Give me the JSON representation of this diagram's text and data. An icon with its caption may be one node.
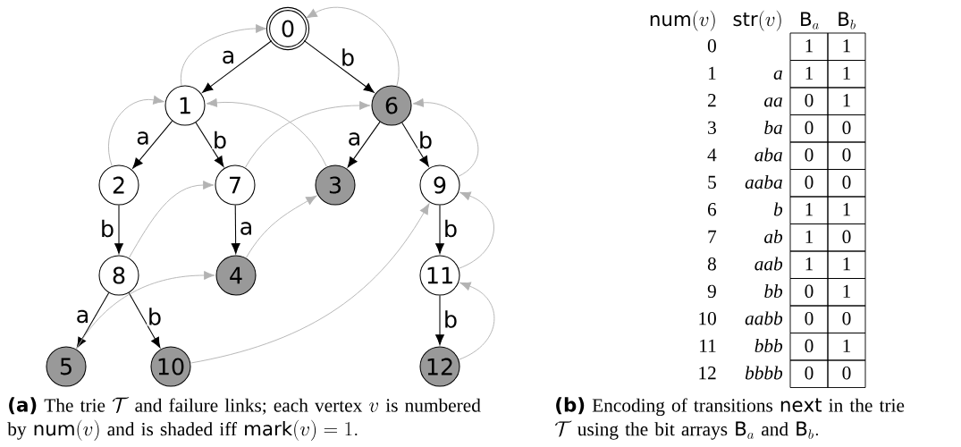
{
  "diagram": {
    "nodes": [
      {
        "text": [
          "0"
        ]
      },
      {
        "text": [
          "1"
        ]
      },
      {
        "text": [
          "6"
        ]
      },
      {
        "text": [
          "2"
        ]
      },
      {
        "text": [
          "7"
        ]
      },
      {
        "text": [
          "3"
        ]
      },
      {
        "text": [
          "9"
        ]
      },
      {
        "text": [
          "8"
        ]
      },
      {
        "text": [
          "4"
        ]
      },
      {
        "text": [
          "11"
        ]
      },
      {
        "text": [
          "5"
        ]
      },
      {
        "text": [
          "10"
        ]
      },
      {
        "text": [
          "12"
        ]
      }
    ],
    "edges": [
      {
        "from": 0,
        "to": 1,
        "arrow": "to",
        "label": "a"
      },
      {
        "from": 0,
        "to": 2,
        "arrow": "to",
        "label": "b"
      },
      {
        "from": 1,
        "to": 3,
        "arrow": "to",
        "label": "a"
      },
      {
        "from": 1,
        "to": 4,
        "arrow": "to",
        "label": "b"
      },
      {
        "from": 2,
        "to": 5,
        "arrow": "to",
        "label": "a"
      },
      {
        "from": 2,
        "to": 6,
        "arrow": "to",
        "label": "b"
      },
      {
        "from": 3,
        "to": 7,
        "arrow": "to",
        "label": "b"
      },
      {
        "from": 4,
        "to": 8,
        "arrow": "to",
        "label": "a"
      },
      {
        "from": 6,
        "to": 9,
        "arrow": "to",
        "label": "b"
      },
      {
        "from": 7,
        "to": 10,
        "arrow": "to",
        "label": "a"
      },
      {
        "from": 7,
        "to": 11,
        "arrow": "to",
        "label": "b"
      },
      {
        "from": 9,
        "to": 12,
        "arrow": "to",
        "label": "b"
      },
      {
        "from": 1,
        "to": 0,
        "arrow": "to",
        "color": "#b3b3b3"
      },
      {
        "from": 2,
        "to": 0,
        "arrow": "to",
        "color": "#b3b3b3"
      },
      {
        "from": 3,
        "to": 1,
        "arrow": "to",
        "color": "#b3b3b3"
      },
      {
        "from": 4,
        "to": 2,
        "arrow": "to",
        "color": "#b3b3b3"
      },
      {
        "from": 5,
        "to": 1,
        "arrow": "to",
        "color": "#b3b3b3"
      },
      {
        "from": 6,
        "to": 2,
        "arrow": "to",
        "color": "#b3b3b3"
      },
      {
        "from": 7,
        "to": 4,
        "arrow": "to",
        "color": "#b3b3b3"
      },
      {
        "from": 8,
        "to": 5,
        "arrow": "to",
        "color": "#b3b3b3"
      },
      {
        "from": 10,
        "to": 8,
        "arrow": "to",
        "color": "#b3b3b3"
      },
      {
        "from": 11,
        "to": 6,
        "arrow": "to",
        "color": "#b3b3b3"
      },
      {
        "from": 9,
        "to": 6,
        "arrow": "to",
        "color": "#b3b3b3"
      },
      {
        "from": 12,
        "to": 9,
        "arrow": "to",
        "color": "#b3b3b3"
      }
    ],
    "labels": [
      "\\mathsf{num}(v)",
      "\\mathsf{str}(v)",
      "\\mathsf{B}_a",
      "\\mathsf{B}_b",
      "0",
      "1",
      "1",
      "1",
      "a",
      "1",
      "1",
      "2",
      "aa",
      "0",
      "1",
      "3",
      "ba",
      "0",
      "0",
      "4",
      "aba",
      "0",
      "0",
      "5",
      "aaba",
      "0",
      "0",
      "6",
      "b",
      "1",
      "1",
      "7",
      "ab",
      "1",
      "0",
      "8",
      "aab",
      "1",
      "1",
      "9",
      "bb",
      "0",
      "1",
      "10",
      "aabb",
      "0",
      "0",
      "11",
      "bbb",
      "0",
      "1",
      "12",
      "bbbb",
      "0",
      "0",
      "\\textsf{\\textbf{(a)}}\\ \\text{The trie}\\ \\mathcal{T}\\ \\allowbreak\\text{and failure links;}\\ \\allowbreak\\text{each vertex}\\ v\\ \\allowbreak\\text{is numbered}\\allowbreak\\ \\text{by}\\ \\mathsf{num}(v)\\ \\allowbreak\\text{and is shaded iff}\\ \\mathsf{mark}(v)=1.",
      "\\textsf{\\textbf{(b)}}\\ \\text{Encoding of transitions}\\ \\mathsf{next}\\ \\allowbreak\\text{in the trie}\\allowbreak\\ \\mathcal{T}\\ \\text{using the bit arrays}\\ \\allowbreak\\mathsf{B}_a\\ \\text{and}\\ \\mathsf{B}_b."
    ]
  }
}
